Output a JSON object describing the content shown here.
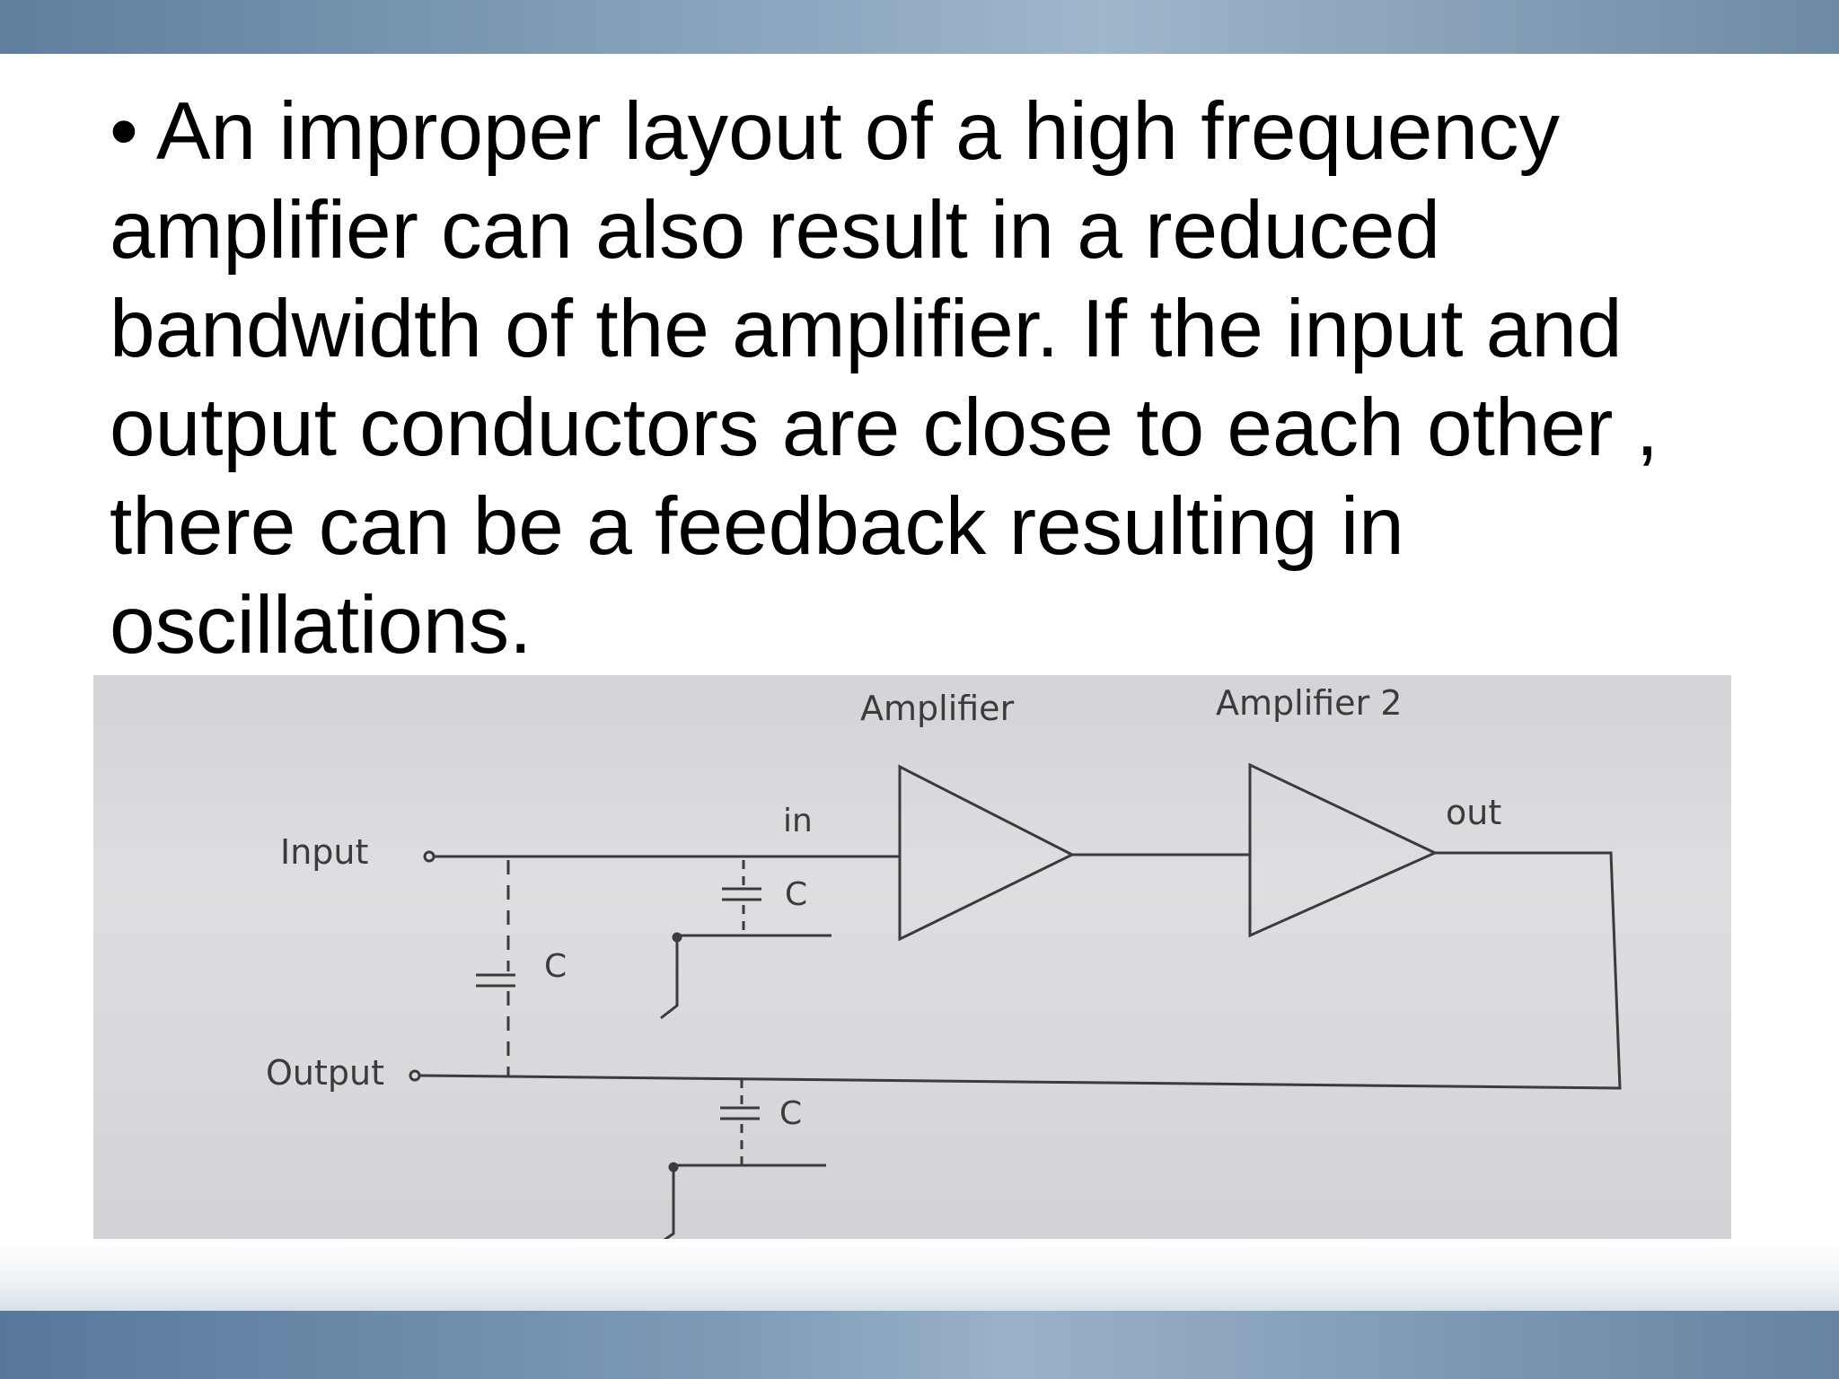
{
  "bullet": {
    "marker": "•",
    "text": "An improper layout of a high frequency amplifier can also result in a reduced bandwidth of the amplifier. If the input and output conductors are close to each other , there can be a feedback resulting in oscillations."
  },
  "diagram": {
    "amp1_label": "Amplifier",
    "amp2_label": "Amplifier  2",
    "in_label": "in",
    "out_label": "out",
    "input_label": "Input",
    "output_label": "Output",
    "cap_label_1": "C",
    "cap_label_2": "C",
    "cap_label_3": "C"
  },
  "colors": {
    "top_band": "#8fa9c2",
    "bottom_band": "#7f9bb8",
    "figure_bg": "#d8dadd",
    "ink": "#3b3b3b"
  }
}
